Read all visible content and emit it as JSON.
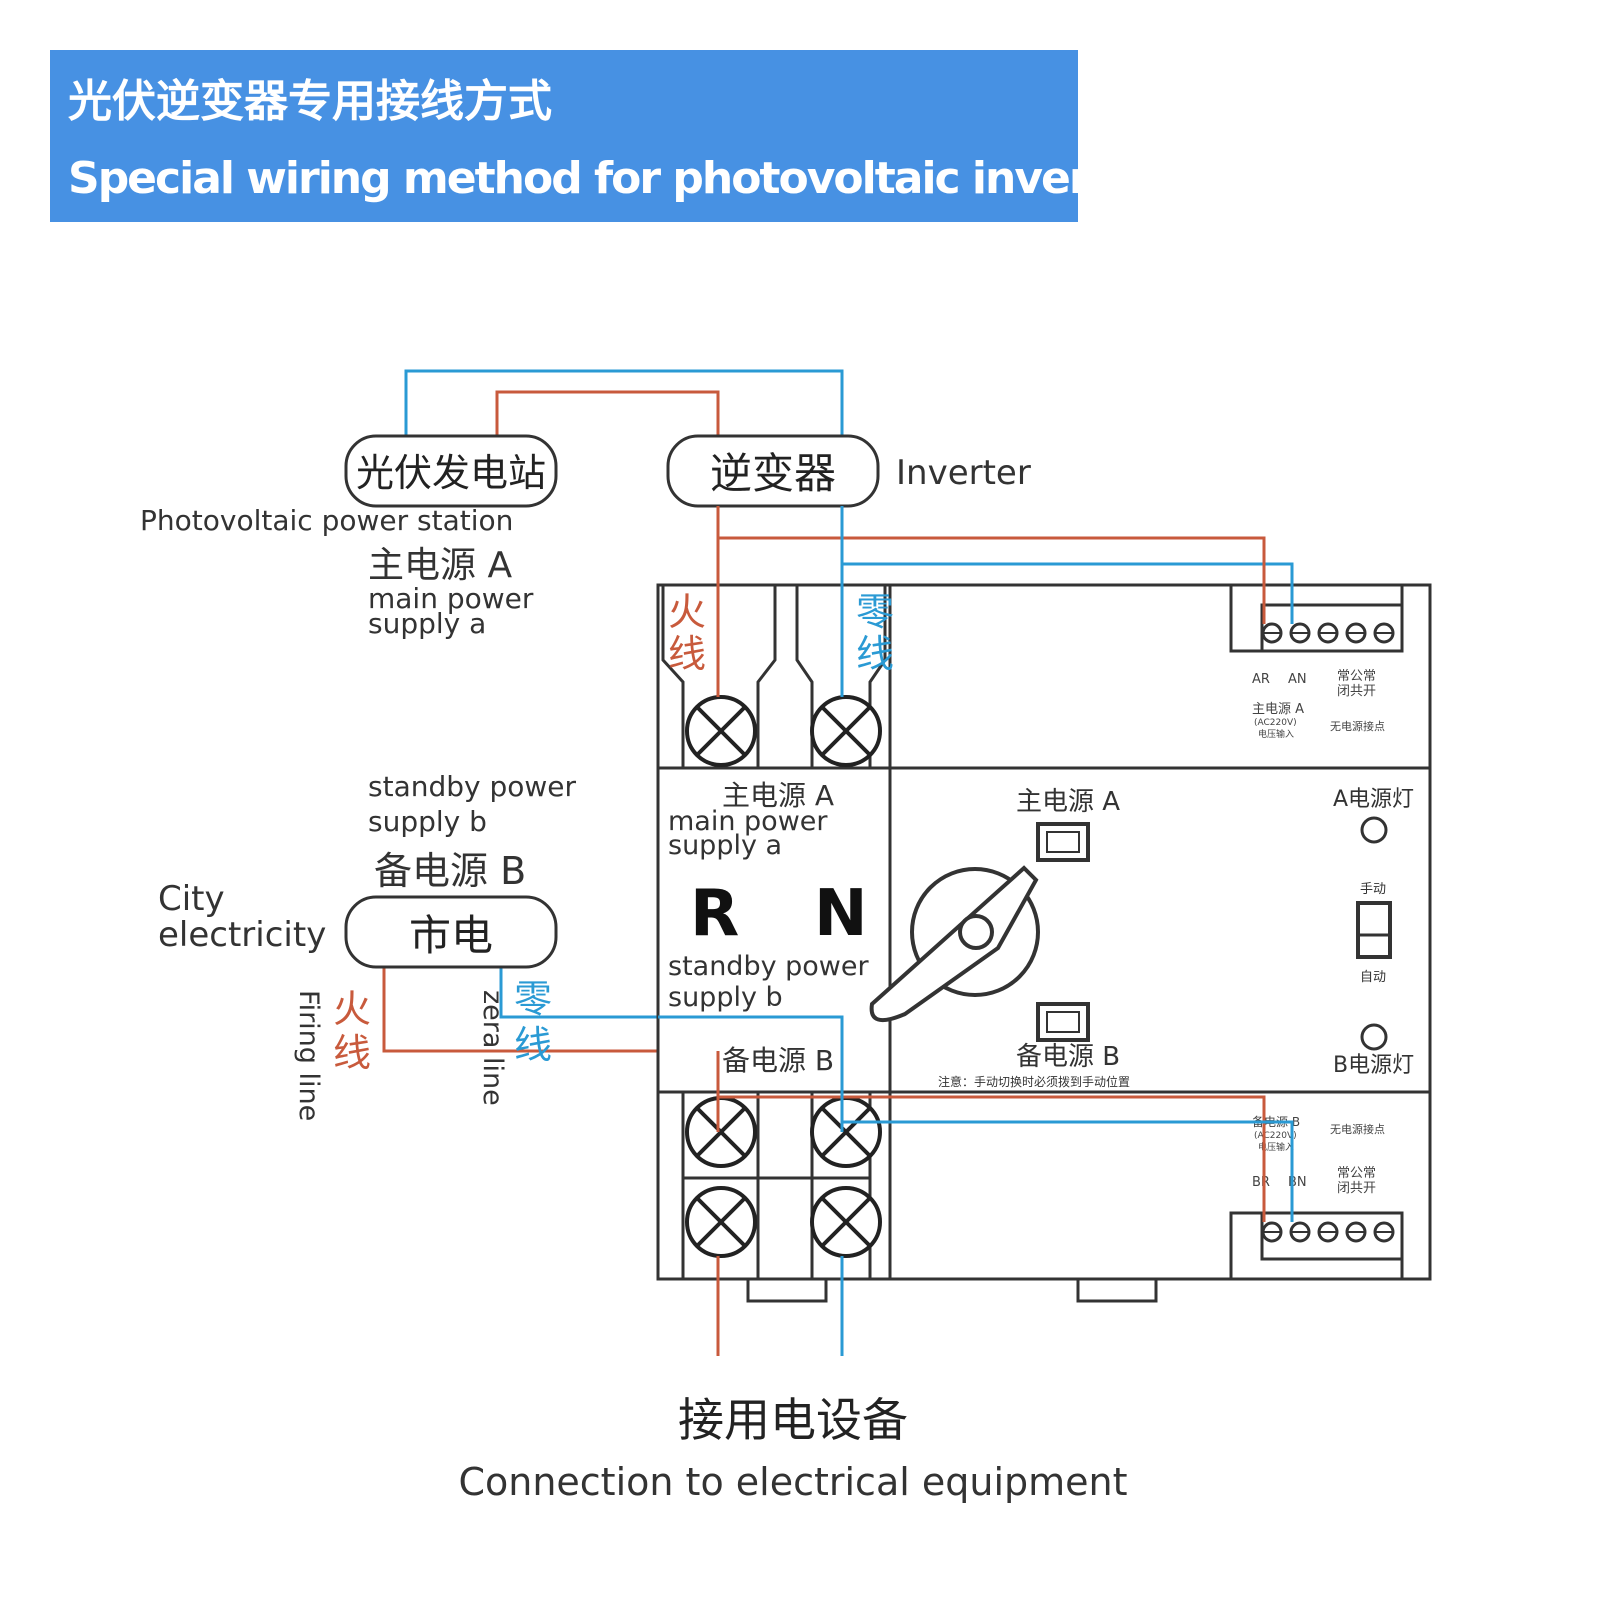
{
  "banner": {
    "title_cn": "光伏逆变器专用接线方式",
    "title_en": "Special wiring method for photovoltaic inverters"
  },
  "colors": {
    "banner": "#4791e3",
    "live_wire": "#c85a3c",
    "neutral_wire": "#2a9ad4",
    "outline": "#333333"
  },
  "pv_station": {
    "label_cn": "光伏发电站",
    "label_en": "Photovoltaic power station"
  },
  "inverter": {
    "label_cn": "逆变器",
    "label_en": "Inverter"
  },
  "main_supply": {
    "label_cn": "主电源 A",
    "label_en_1": "main power",
    "label_en_2": "supply a"
  },
  "standby_supply": {
    "label_en_1": "standby power",
    "label_en_2": "supply b",
    "label_cn": "备电源 B"
  },
  "city": {
    "label_en_1": "City",
    "label_en_2": "electricity",
    "label_cn": "市电"
  },
  "wires": {
    "live_cn_1": "火",
    "live_cn_2": "线",
    "neutral_cn_1": "零",
    "neutral_cn_2": "线",
    "firing_line": "Firing line",
    "zero_line": "zera line"
  },
  "device": {
    "panel_a_cn": "主电源 A",
    "panel_a_en_1": "main power",
    "panel_a_en_2": "supply a",
    "letter_r": "R",
    "letter_n": "N",
    "panel_b_en_1": "standby power",
    "panel_b_en_2": "supply b",
    "panel_b_cn": "备电源 B",
    "switch_main_cn": "主电源 A",
    "switch_backup_cn": "备电源 B",
    "lamp_a": "A电源灯",
    "lamp_b": "B电源灯",
    "manual": "手动",
    "auto": "自动",
    "note": "注意：手动切换时必须拨到手动位置",
    "top_block": {
      "ar": "AR",
      "an": "AN",
      "main_a": "主电源 A",
      "ac": "(AC220V)",
      "input": "电压输入",
      "contacts": "常公常",
      "contacts2": "闭共开",
      "passive": "无电源接点"
    },
    "bottom_block": {
      "backup_b": "备电源 B",
      "ac": "(AC220V)",
      "input": "电压输入",
      "br": "BR",
      "bn": "BN",
      "passive": "无电源接点",
      "contacts": "常公常",
      "contacts2": "闭共开"
    }
  },
  "load": {
    "label_cn": "接用电设备",
    "label_en": "Connection to electrical equipment"
  }
}
